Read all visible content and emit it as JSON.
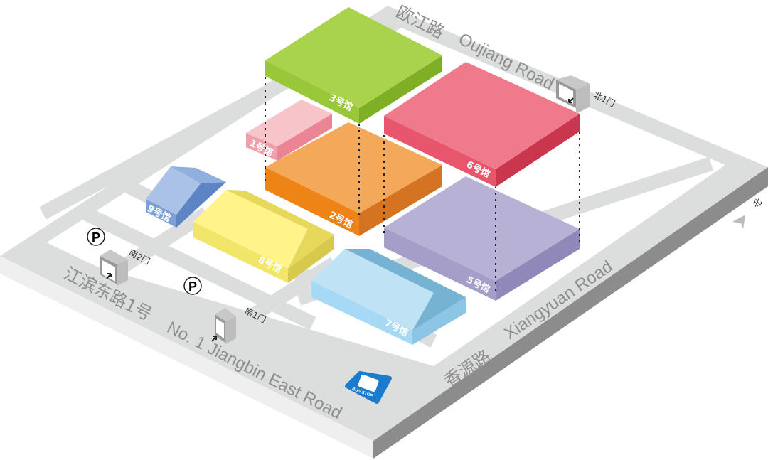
{
  "roads": {
    "north_cn": "欧江路",
    "north_en": "Oujiang Road",
    "south_cn": "江滨东路1号",
    "south_en": "No. 1 Jiangbin East Road",
    "east_cn": "香源路",
    "east_en": "Xiangyuan Road"
  },
  "halls": [
    {
      "label": "1号馆",
      "color": "#f6c4c9"
    },
    {
      "label": "2号馆",
      "color": "#f4a95a"
    },
    {
      "label": "3号馆",
      "color": "#a9d24d"
    },
    {
      "label": "5号馆",
      "color": "#b8b1d6"
    },
    {
      "label": "6号馆",
      "color": "#ee7a8b"
    },
    {
      "label": "7号馆",
      "color": "#bfe3f5"
    },
    {
      "label": "8号馆",
      "color": "#fff38a"
    },
    {
      "label": "9号馆",
      "color": "#a9c2e6"
    }
  ],
  "gates": {
    "north1": "北1门",
    "south1": "南1门",
    "south2": "南2门"
  },
  "parking": "P",
  "bus_stop": "BUS STOP",
  "compass": "北"
}
